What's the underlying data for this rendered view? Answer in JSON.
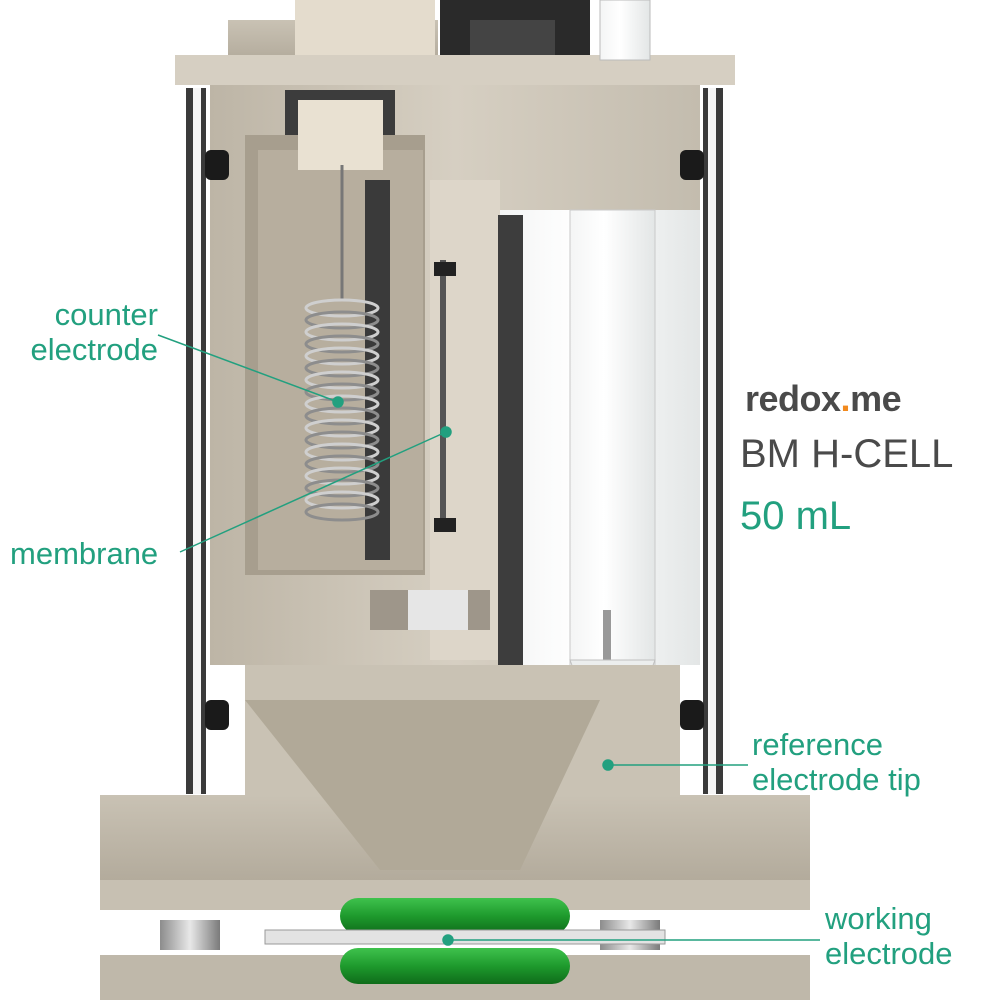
{
  "brand": {
    "name_part1": "redox",
    "name_dot": ".",
    "name_part2": "me",
    "dot_color": "#f28a1e"
  },
  "product": {
    "model": "BM H-CELL",
    "volume": "50 mL"
  },
  "callouts": {
    "counter_electrode": {
      "line1": "counter",
      "line2": "electrode"
    },
    "membrane": {
      "text": "membrane"
    },
    "reference_electrode_tip": {
      "line1": "reference",
      "line2": "electrode tip"
    },
    "working_electrode": {
      "line1": "working",
      "line2": "electrode"
    }
  },
  "colors": {
    "accent_green": "#22a07f",
    "body_beige": "#cdc6b8",
    "oring_green": "#1f9a2e",
    "text_gray": "#4a4a4a"
  }
}
